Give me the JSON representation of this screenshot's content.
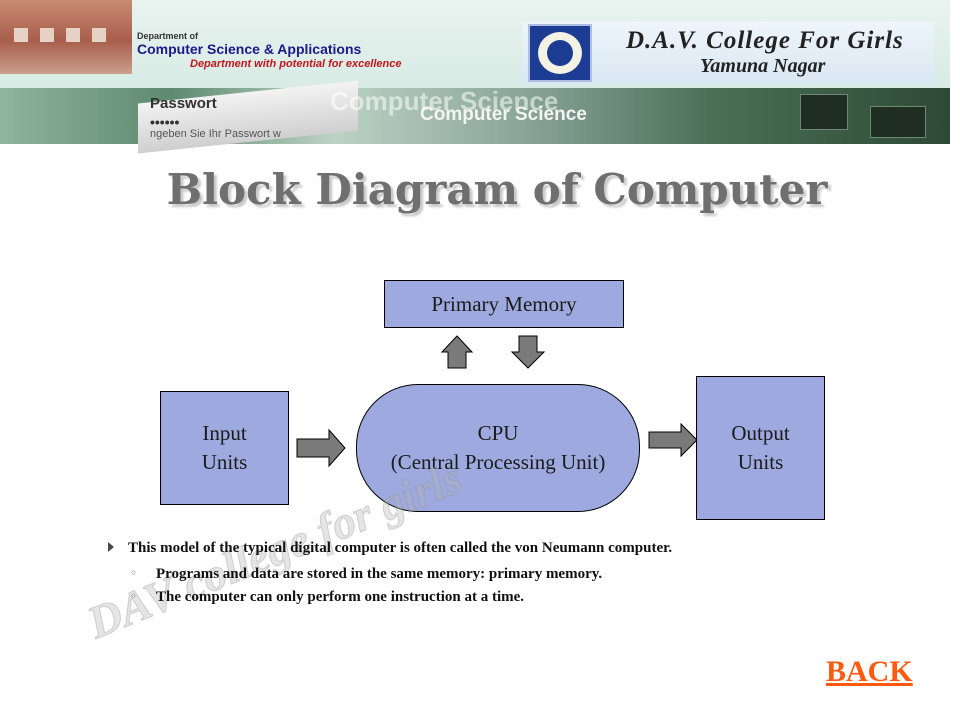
{
  "header": {
    "dept_prefix": "Department of",
    "dept_name": "Computer Science & Applications",
    "dept_tagline": "Department with potential for excellence",
    "college_name": "D.A.V. College For Girls",
    "college_city": "Yamuna Nagar",
    "banner_password_label": "Passwort",
    "banner_password_dots": "••••••",
    "banner_password_sub": "ngeben Sie Ihr Passwort w",
    "banner_cs_shadow": "Computer Science",
    "banner_cs_text": "Computer Science"
  },
  "title": "Block Diagram of Computer",
  "diagram": {
    "primary_memory": "Primary Memory",
    "input_line1": "Input",
    "input_line2": "Units",
    "cpu_line1": "CPU",
    "cpu_line2": "(Central Processing Unit)",
    "output_line1": "Output",
    "output_line2": "Units",
    "box_fill": "#9eaadf",
    "arrow_fill": "#7a7a7a"
  },
  "bullets": {
    "main": "This model of the typical digital computer is often called the von Neumann computer.",
    "sub1": "Programs and data are stored in the same memory: primary memory.",
    "sub2": "The computer can only perform one instruction at a time."
  },
  "watermark": "DAV college for girls",
  "back_link": "BACK",
  "colors": {
    "back": "#ff5a10",
    "dept_tagline": "#c2161d",
    "dept_name": "#1a1a8a"
  }
}
